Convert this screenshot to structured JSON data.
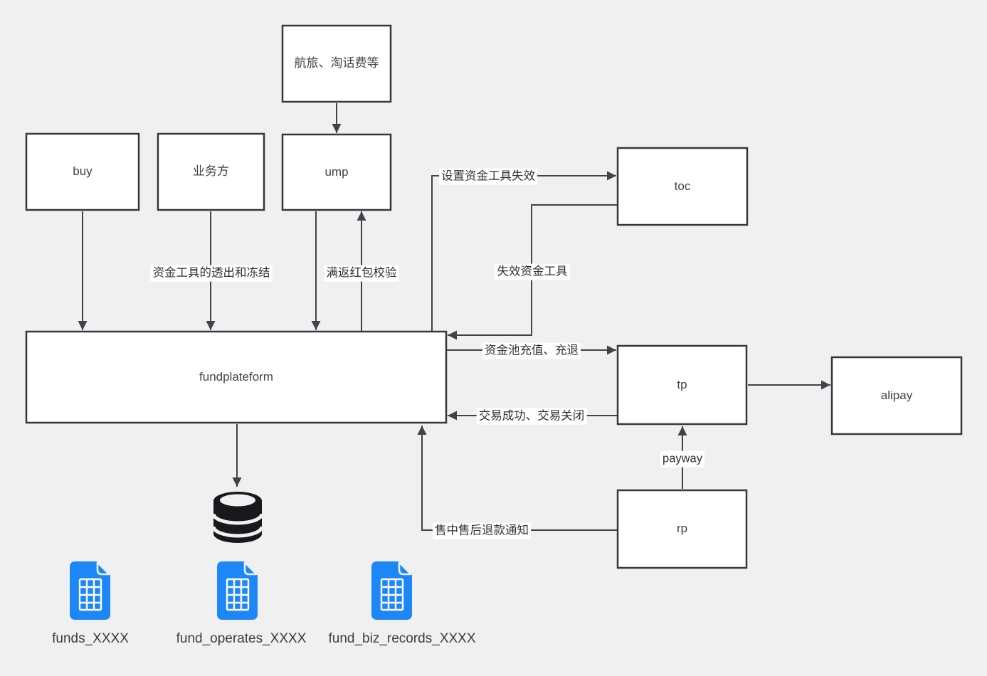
{
  "colors": {
    "background": "#f0f0f0",
    "node_fill": "#ffffff",
    "node_border": "#32383f",
    "connector": "#3f444a",
    "edge_label_background": "#ffffff",
    "file_icon_blue": "#1e87f7",
    "database_icon_black": "#17191c"
  },
  "nodes": {
    "travel": {
      "label": "航旅、淘话费等"
    },
    "buy": {
      "label": "buy"
    },
    "business": {
      "label": "业务方"
    },
    "ump": {
      "label": "ump"
    },
    "toc": {
      "label": "toc"
    },
    "fundplateform": {
      "label": "fundplateform"
    },
    "tp": {
      "label": "tp"
    },
    "alipay": {
      "label": "alipay"
    },
    "rp": {
      "label": "rp"
    }
  },
  "edges": {
    "business_to_fund": {
      "label": "资金工具的透出和冻结"
    },
    "fund_to_ump": {
      "label": "满返红包校验"
    },
    "fund_to_toc": {
      "label": "设置资金工具失效"
    },
    "toc_to_fund": {
      "label": "失效资金工具"
    },
    "fund_to_tp": {
      "label": "资金池充值、充退"
    },
    "tp_to_fund": {
      "label": "交易成功、交易关闭"
    },
    "rp_to_tp": {
      "label": "payway"
    },
    "rp_to_fund": {
      "label": "售中售后退款通知"
    }
  },
  "tables": {
    "funds": {
      "label": "funds_XXXX"
    },
    "fund_operates": {
      "label": "fund_operates_XXXX"
    },
    "fund_biz_records": {
      "label": "fund_biz_records_XXXX"
    }
  },
  "icons": {
    "storage": "database-cylinder-icon",
    "table_file": "spreadsheet-file-icon"
  }
}
